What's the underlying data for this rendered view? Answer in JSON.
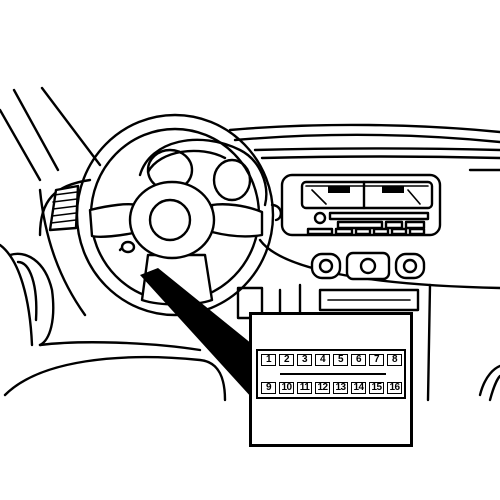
{
  "diagram": {
    "subject": "Vehicle dashboard with OBD-II diagnostic port location",
    "connector": {
      "top_row": [
        "1",
        "2",
        "3",
        "4",
        "5",
        "6",
        "7",
        "8"
      ],
      "bottom_row": [
        "9",
        "10",
        "11",
        "12",
        "13",
        "14",
        "15",
        "16"
      ]
    }
  }
}
